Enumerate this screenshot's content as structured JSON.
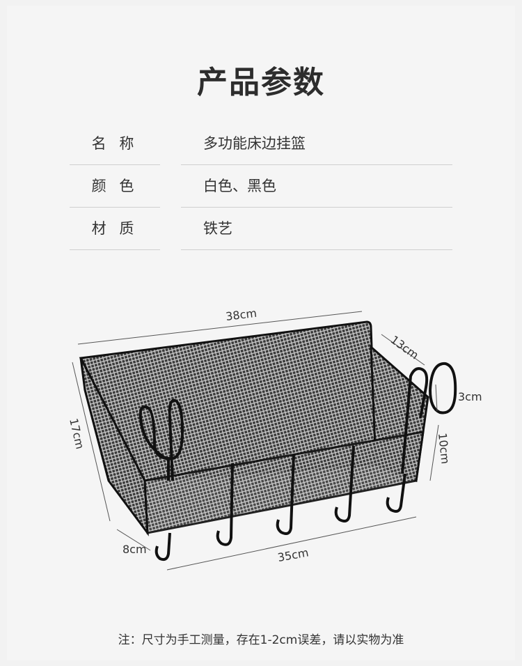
{
  "header": {
    "title": "产品参数"
  },
  "specs": [
    {
      "label": "名 称",
      "value": "多功能床边挂篮"
    },
    {
      "label": "颜 色",
      "value": "白色、黑色"
    },
    {
      "label": "材 质",
      "value": "铁艺"
    }
  ],
  "dimensions": {
    "top_length": "38cm",
    "side_depth": "13cm",
    "hook_width": "3cm",
    "front_height": "17cm",
    "side_height": "10cm",
    "bottom_depth": "8cm",
    "bottom_length": "35cm"
  },
  "footer": {
    "note": "注：尺寸为手工测量，存在1-2cm误差，请以实物为准"
  }
}
